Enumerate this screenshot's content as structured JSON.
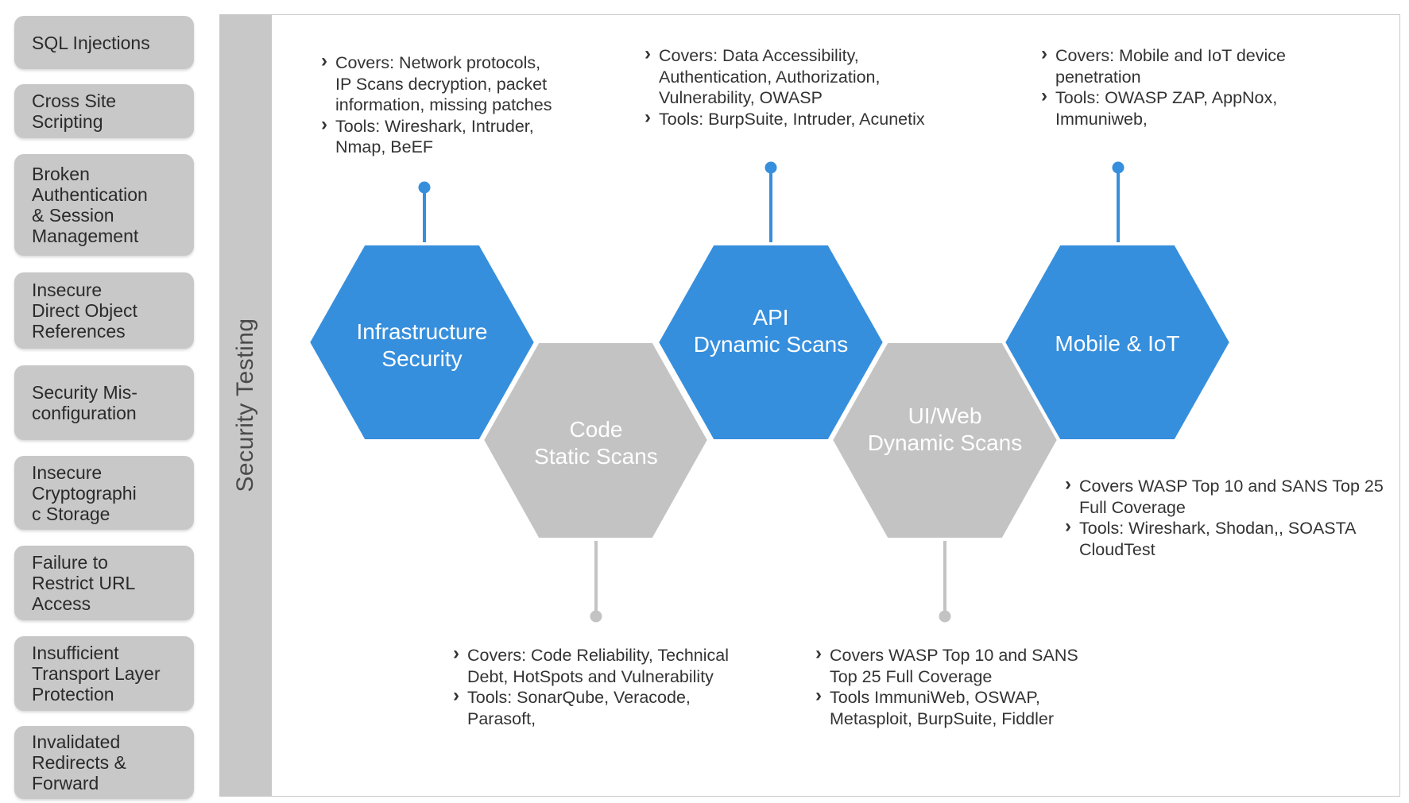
{
  "sidebar": {
    "items": [
      "SQL Injections",
      "Cross Site\nScripting",
      "Broken\nAuthentication\n& Session\nManagement",
      "Insecure\nDirect Object\nReferences",
      "Security Mis-\nconfiguration",
      "Insecure\nCryptographi\nc Storage",
      "Failure to\nRestrict URL\nAccess",
      "Insufficient\nTransport Layer\nProtection",
      "Invalidated\nRedirects &\nForward"
    ]
  },
  "section_label": "Security Testing",
  "colors": {
    "blue": "#368fdd",
    "gray": "#c3c3c3",
    "sidebar_bg": "#c8c8c8"
  },
  "hexagons": [
    {
      "line1": "Infrastructure",
      "line2": "Security",
      "color": "blue"
    },
    {
      "line1": "Code",
      "line2": "Static Scans",
      "color": "gray"
    },
    {
      "line1": "API",
      "line2": "Dynamic Scans",
      "color": "blue"
    },
    {
      "line1": "UI/Web",
      "line2": "Dynamic Scans",
      "color": "gray"
    },
    {
      "line1": "Mobile & IoT",
      "line2": "",
      "color": "blue"
    }
  ],
  "notes": {
    "infrastructure": {
      "covers": "Covers: Network protocols,\nIP Scans decryption, packet\ninformation, missing patches",
      "tools": "Tools: Wireshark, Intruder,\nNmap, BeEF"
    },
    "api": {
      "covers": "Covers: Data Accessibility,\nAuthentication, Authorization,\nVulnerability, OWASP",
      "tools": "Tools: BurpSuite, Intruder, Acunetix"
    },
    "mobile": {
      "covers": "Covers: Mobile and IoT device\npenetration",
      "tools": "Tools: OWASP ZAP, AppNox,\nImmuniweb,"
    },
    "mobile_extra": {
      "covers": "Covers WASP Top 10 and SANS Top 25\nFull Coverage",
      "tools": "Tools: Wireshark, Shodan,, SOASTA\nCloudTest"
    },
    "code": {
      "covers": "Covers: Code Reliability, Technical\nDebt, HotSpots and Vulnerability",
      "tools": "Tools: SonarQube, Veracode,\nParasoft,"
    },
    "ui_web": {
      "covers": "Covers WASP Top 10 and SANS\nTop 25 Full Coverage",
      "tools": "Tools ImmuniWeb, OSWAP,\nMetasploit, BurpSuite, Fiddler"
    }
  }
}
